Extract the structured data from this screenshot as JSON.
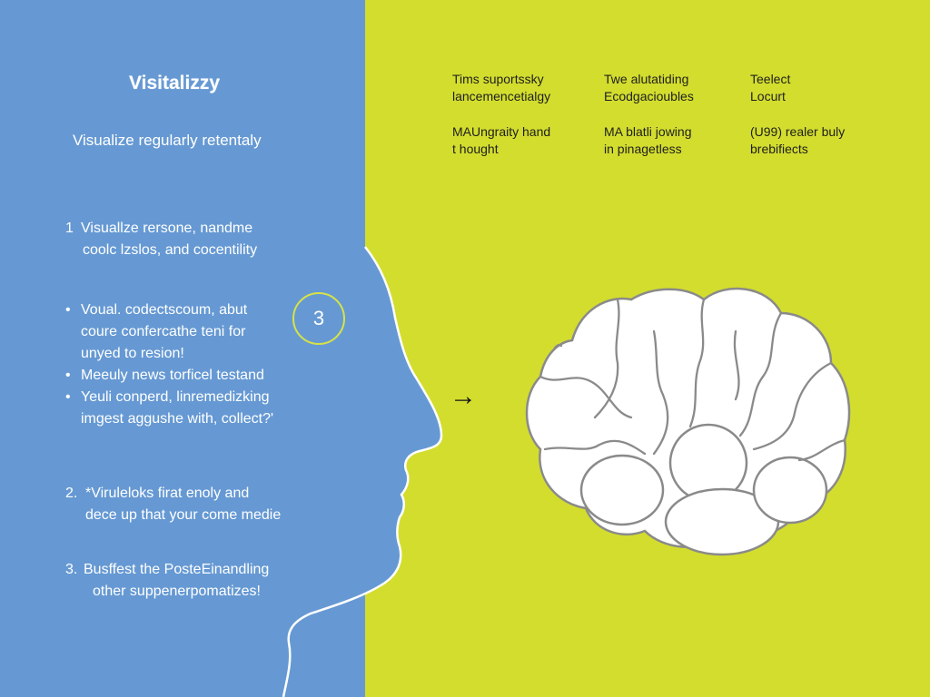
{
  "left": {
    "title": "Visitalizzy",
    "subtitle": "Visualize regularly retentaly",
    "items": [
      {
        "marker": "1",
        "lines": [
          "Visuallze rersone, nandme",
          "coolc lzslos, and cocentility"
        ]
      },
      {
        "marker": "•",
        "lines": [
          "Voual. codectscoum, abut",
          "coure confercathe teni for",
          "unyed to resion!"
        ]
      },
      {
        "marker": "•",
        "lines": [
          "Meeuly news torficel testand"
        ]
      },
      {
        "marker": "•",
        "lines": [
          "Yeuli conperd, linremedizking",
          "imgest aggushe with, collect?'"
        ]
      },
      {
        "marker": "2.",
        "lines": [
          "*Viruleloks firat enoly and",
          "dece up that your come medie"
        ]
      },
      {
        "marker": "3.",
        "lines": [
          "Busffest the PosteEinandling",
          "other suppenerpomatizes!"
        ]
      }
    ],
    "badge": "3"
  },
  "right": {
    "notes": [
      {
        "lines": [
          "Tims suportssky",
          "lancemencetialgy"
        ]
      },
      {
        "lines": [
          "Twe alutatiding",
          "Ecodgacioubles"
        ]
      },
      {
        "lines": [
          "Teelect",
          "Locurt"
        ]
      },
      {
        "lines": [
          "MAUngraity hand",
          "t hought"
        ]
      },
      {
        "lines": [
          "MA blatli jowing",
          "in pinagetless"
        ]
      },
      {
        "lines": [
          "(U99) realer buly",
          "brebifiects"
        ]
      }
    ],
    "arrow": "→"
  },
  "colors": {
    "left_bg": "#6699d3",
    "right_bg": "#d3dd2e",
    "brain_fill": "#ffffff",
    "brain_line": "#8a8a8a",
    "badge_ring": "#d7e345"
  },
  "icons": {
    "arrow": "arrow-right-icon",
    "brain": "brain-illustration",
    "silhouette": "head-profile-silhouette"
  }
}
